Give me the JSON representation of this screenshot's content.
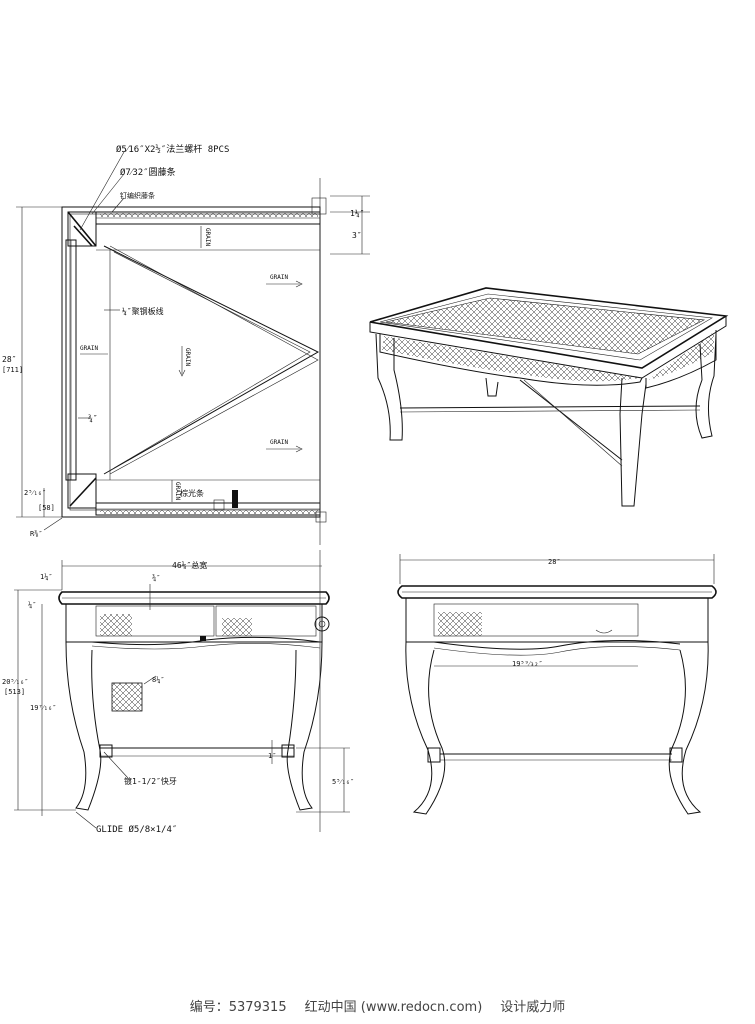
{
  "labels": {
    "bolt": "Ø5⁄16″X2½″法兰螺杆 8PCS",
    "rod": "Ø7⁄32″圆藤条",
    "rattan_strip": "钉编织藤条",
    "dim_1_4_top": "1¼″",
    "dim_3": "3″",
    "grain_v1": "GRAIN",
    "grain_h1": "GRAIN",
    "grain_left": "GRAIN",
    "grain_center": "GRAIN",
    "grain_h2": "GRAIN",
    "grain_v2": "GRAIN",
    "board_note": "¼″聚钢板线",
    "dim_34_plan": "¾″",
    "dim_28": "28″",
    "dim_711": "[711]",
    "dim_2_5_16": "2⁵⁄₁₆″",
    "dim_58": "[58]",
    "dim_r": "R⅜″",
    "edge_strip": "棕光条",
    "dim_46": "46⅛″总宽",
    "dim_1_4_front": "1¼″",
    "dim_3_4_front": "¾″",
    "dim_1_4_small": "¼″",
    "dim_20": "20⁵⁄₁₆″",
    "dim_513": "[513]",
    "dim_19": "19⁷⁄₁₆″",
    "dim_8_4": "8¼″",
    "dim_1_center": "1″",
    "bolt_front": "镀1-1/2″快牙",
    "dim_5_16": "5⁵⁄₁₆″",
    "glide": "GLIDE Ø5/8×1/4″",
    "dim_28_side": "28″",
    "dim_19_side": "19⁵⁹⁄₃₂″"
  },
  "footer": {
    "id_label": "编号：5379315",
    "site": "红动中国 (www.redocn.com)",
    "credit": "设计威力师"
  }
}
